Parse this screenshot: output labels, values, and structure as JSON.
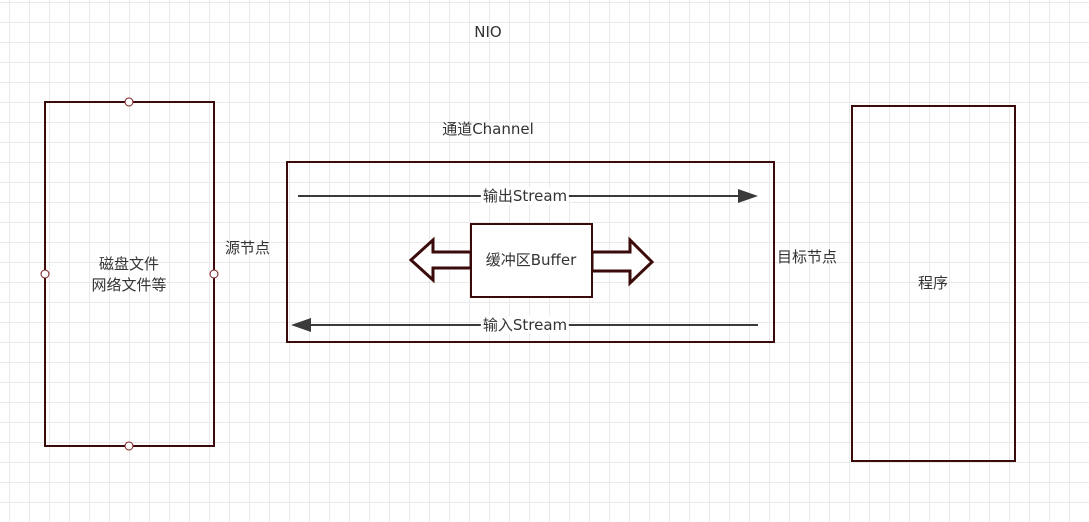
{
  "diagram": {
    "title": "NIO",
    "source_box": {
      "line1": "磁盘文件",
      "line2": "网络文件等"
    },
    "source_node_label": "源节点",
    "channel_label": "通道Channel",
    "output_stream_label": "输出Stream",
    "input_stream_label": "输入Stream",
    "buffer_label": "缓冲区Buffer",
    "target_node_label": "目标节点",
    "program_box_label": "程序",
    "colors": {
      "box_border": "#3b0a0a",
      "arrow": "#3a3a3a",
      "grid": "#e9e9e9",
      "text": "#333333"
    },
    "icons": [
      "left-block-arrow-icon",
      "right-block-arrow-icon",
      "right-arrow-icon",
      "left-arrow-icon"
    ]
  }
}
